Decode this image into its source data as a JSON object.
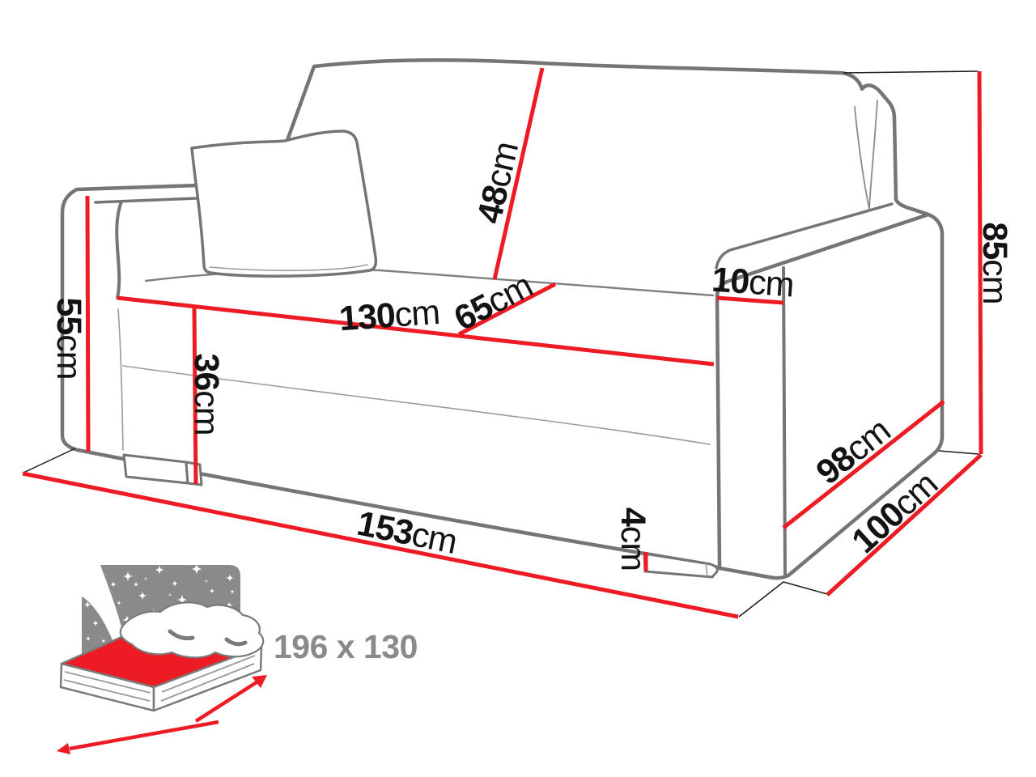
{
  "diagram_title": "sofa-bed-dimensions",
  "labels": {
    "seat_width": {
      "value": "130",
      "unit": "cm"
    },
    "seat_depth": {
      "value": "65",
      "unit": "cm"
    },
    "back_height": {
      "value": "48",
      "unit": "cm"
    },
    "arm_height": {
      "value": "55",
      "unit": "cm"
    },
    "seat_height": {
      "value": "36",
      "unit": "cm"
    },
    "arm_width": {
      "value": "10",
      "unit": "cm"
    },
    "total_height": {
      "value": "85",
      "unit": "cm"
    },
    "total_width": {
      "value": "153",
      "unit": "cm"
    },
    "body_depth": {
      "value": "98",
      "unit": "cm"
    },
    "total_depth": {
      "value": "100",
      "unit": "cm"
    },
    "leg_height": {
      "value": "4",
      "unit": "cm"
    }
  },
  "sleeping_area": {
    "text": "196 x 130"
  },
  "colors": {
    "dimension_line": "#ed1c24",
    "sofa_outline": "#757575",
    "icon_gray": "#8a8a8a",
    "label_text": "#131313"
  }
}
